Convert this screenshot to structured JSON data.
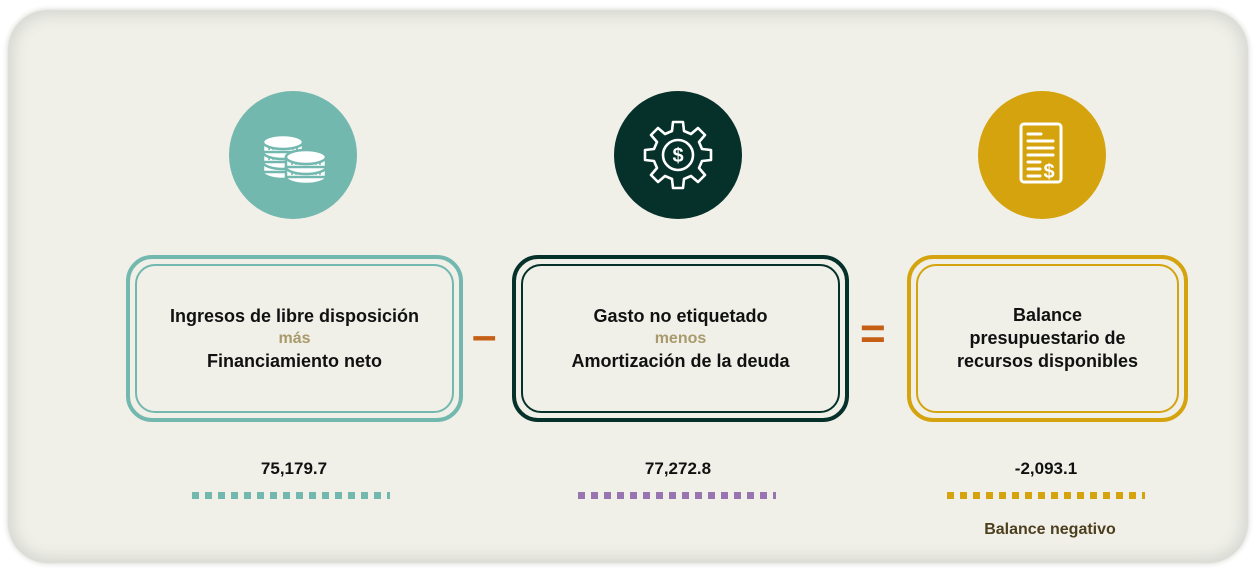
{
  "items": [
    {
      "icon": "coins-icon",
      "color": "#73b8af",
      "lines": [
        "Ingresos de libre disposición"
      ],
      "connector": "más",
      "lines_after": [
        "Financiamiento neto"
      ],
      "value": "75,179.7",
      "dots_color": "#73b8af"
    },
    {
      "icon": "gear-dollar-icon",
      "color": "#06302a",
      "lines": [
        "Gasto no etiquetado"
      ],
      "connector": "menos",
      "lines_after": [
        "Amortización de la deuda"
      ],
      "value": "77,272.8",
      "dots_color": "#9874b0"
    },
    {
      "icon": "document-dollar-icon",
      "color": "#d4a30e",
      "lines": [
        "Balance",
        "presupuestario de",
        "recursos disponibles"
      ],
      "value": "-2,093.1",
      "dots_color": "#d4a30e",
      "note": "Balance negativo"
    }
  ],
  "operators": {
    "minus": "–",
    "equals": "="
  },
  "colors": {
    "operator": "#c65f16",
    "connector": "#a89a6a",
    "background": "#f0f0e9"
  }
}
